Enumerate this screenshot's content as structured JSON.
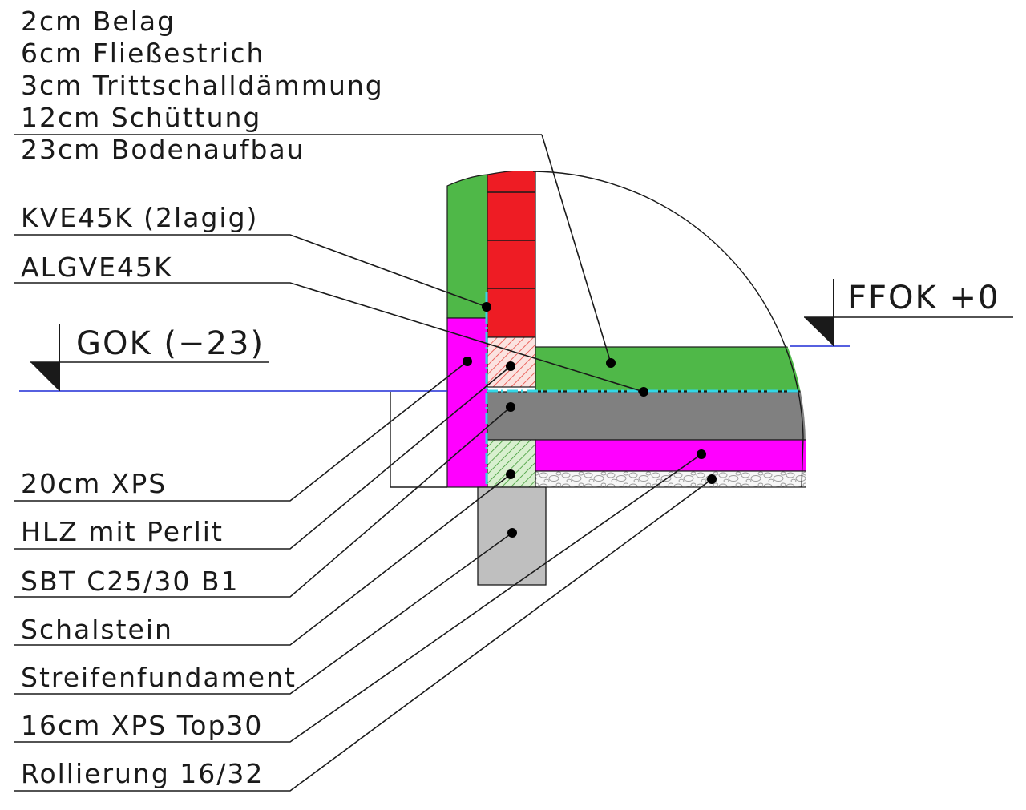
{
  "floor_buildup": {
    "lines": [
      "2cm  Belag",
      "6cm  Fließestrich",
      "3cm  Trittschalldämmung",
      "12cm  Schüttung",
      "23cm  Bodenaufbau"
    ]
  },
  "callouts": {
    "kve": "KVE45K  (2lagig)",
    "algve": "ALGVE45K",
    "xps20": "20cm  XPS",
    "hlz": "HLZ  mit  Perlit",
    "sbt": "SBT  C25/30  B1",
    "schalstein": "Schalstein",
    "streifen": "Streifenfundament",
    "xps16": "16cm  XPS  Top30",
    "rollierung": "Rollierung  16/32"
  },
  "levels": {
    "gok": "GOK  (−23)",
    "ffok": "FFOK  +0"
  },
  "colors": {
    "green": "#4fb848",
    "red": "#ee1c24",
    "magenta": "#ff00ff",
    "concrete_dark": "#808080",
    "concrete_light": "#bfbfbf",
    "hatch_red": "#e8463f",
    "hatch_green": "#3e9a34",
    "cyan": "#33d6e6",
    "level_line": "#1f2bd6"
  }
}
